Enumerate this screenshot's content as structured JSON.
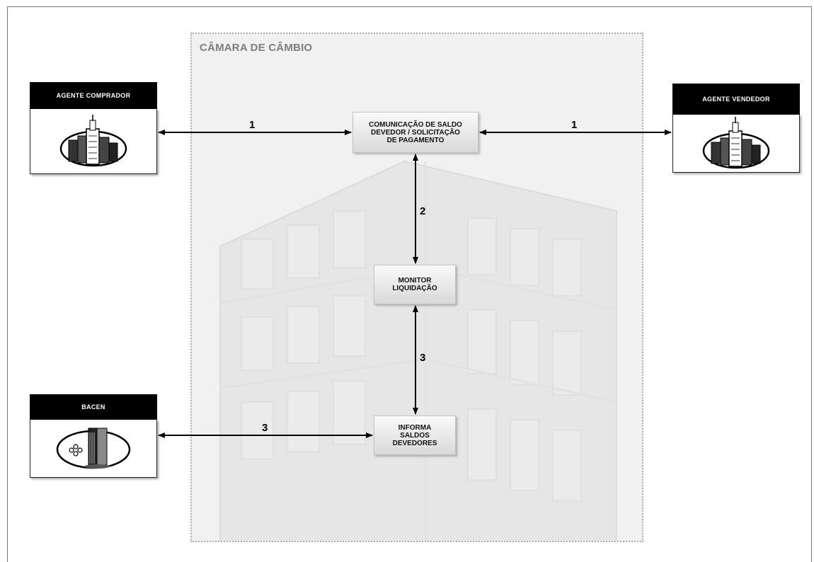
{
  "diagram": {
    "zone_title": "CÂMARA DE CÂMBIO",
    "agents": {
      "buyer": {
        "label": "AGENTE COMPRADOR",
        "icon": "city-buildings-icon"
      },
      "seller": {
        "label": "AGENTE VENDEDOR",
        "icon": "city-buildings-icon"
      },
      "bacen": {
        "label": "BACEN",
        "icon": "central-bank-building-icon"
      }
    },
    "processes": {
      "communication": "COMUNICAÇÃO DE SALDO\nDEVEDOR / SOLICITAÇÃO\nDE PAGAMENTO",
      "monitor": "MONITOR\nLIQUIDAÇÃO",
      "inform": "INFORMA\nSALDOS\nDEVEDORES"
    },
    "step_labels": {
      "buyer_to_communication": "1",
      "communication_to_seller": "1",
      "communication_to_monitor": "2",
      "monitor_to_inform": "3",
      "bacen_to_inform": "3"
    }
  }
}
